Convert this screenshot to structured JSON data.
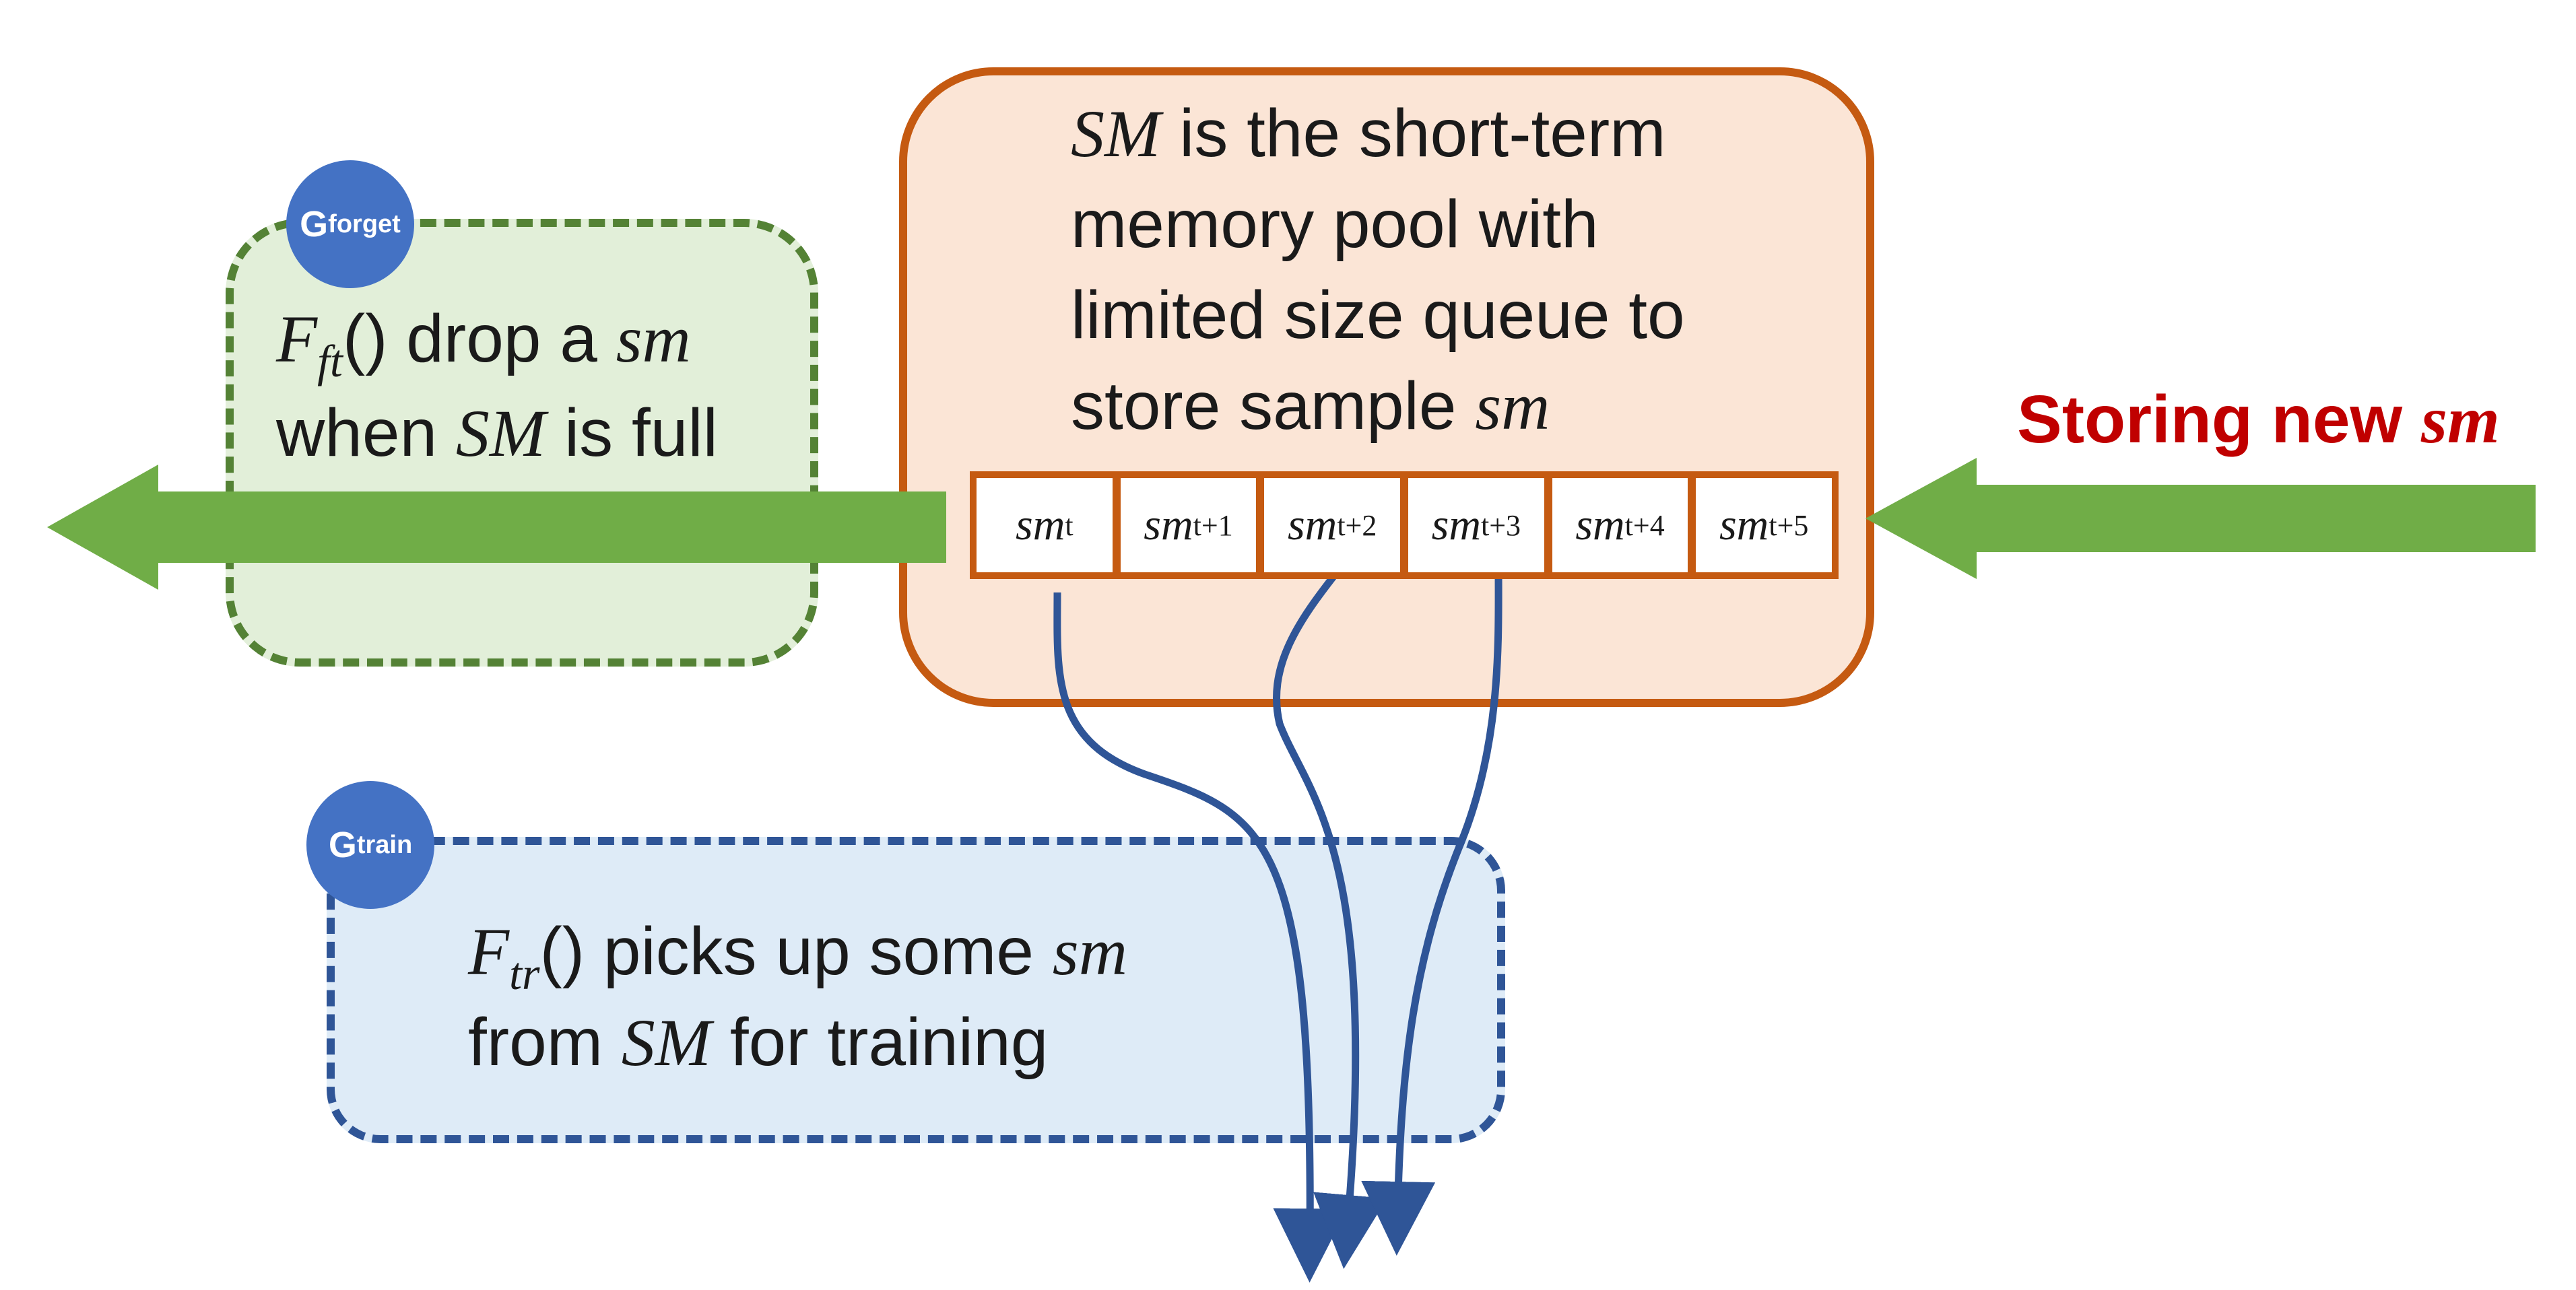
{
  "sm_pool": {
    "line1_italic": "SM",
    "line1_rest": " is the short-term",
    "line2": "memory pool with",
    "line3": "limited size queue to",
    "line4_prefix": "store sample ",
    "line4_italic": "sm"
  },
  "queue": {
    "cells": [
      {
        "base": "sm",
        "sup": "t"
      },
      {
        "base": "sm",
        "sup": "t+1"
      },
      {
        "base": "sm",
        "sup": "t+2"
      },
      {
        "base": "sm",
        "sup": "t+3"
      },
      {
        "base": "sm",
        "sup": "t+4"
      },
      {
        "base": "sm",
        "sup": "t+5"
      }
    ]
  },
  "forget": {
    "badge_main": "G",
    "badge_sub": "forget",
    "func_main": "F",
    "func_sub": "ft",
    "line1_rest": "() drop a ",
    "line1_italic": "sm",
    "line2_prefix": "when ",
    "line2_italic": "SM",
    "line2_suffix": " is full"
  },
  "train": {
    "badge_main": "G",
    "badge_sub": "train",
    "func_main": "F",
    "func_sub": "tr",
    "line1_rest": "() picks up some ",
    "line1_italic": "sm",
    "line2_prefix": "from ",
    "line2_italic": "SM",
    "line2_suffix": " for training"
  },
  "storing": {
    "prefix": "Storing new ",
    "italic": "sm"
  },
  "colors": {
    "green_arrow": "#70ad47",
    "blue_line": "#2f5597",
    "orange_border": "#c55a11",
    "red_text": "#c00000",
    "badge_blue": "#4472c4"
  }
}
